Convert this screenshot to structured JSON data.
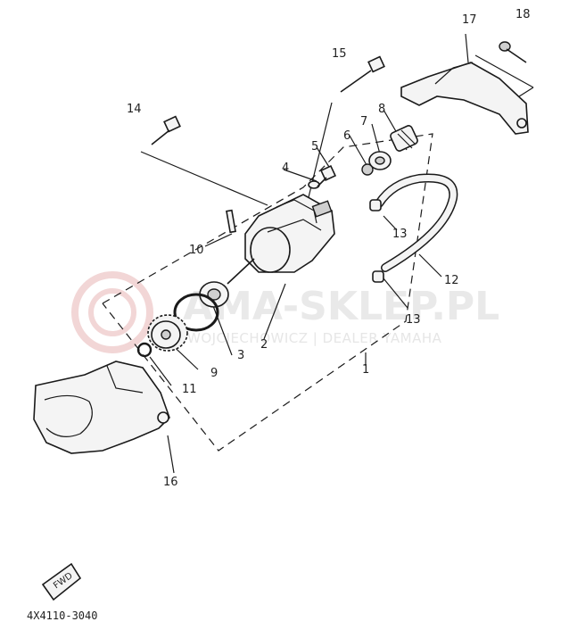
{
  "diagram": {
    "part_code": "4X4110-3040",
    "fwd_label": "FWD",
    "watermark": {
      "text": "AMA-SKLEP.PL",
      "subtext": "WOJCIECHOWICZ | DEALER YAMAHA"
    },
    "callouts": [
      {
        "id": "c1",
        "label": "1"
      },
      {
        "id": "c2",
        "label": "2"
      },
      {
        "id": "c3",
        "label": "3"
      },
      {
        "id": "c4",
        "label": "4"
      },
      {
        "id": "c5",
        "label": "5"
      },
      {
        "id": "c6",
        "label": "6"
      },
      {
        "id": "c7",
        "label": "7"
      },
      {
        "id": "c8",
        "label": "8"
      },
      {
        "id": "c9",
        "label": "9"
      },
      {
        "id": "c10",
        "label": "10"
      },
      {
        "id": "c11",
        "label": "11"
      },
      {
        "id": "c12",
        "label": "12"
      },
      {
        "id": "c13a",
        "label": "13"
      },
      {
        "id": "c13b",
        "label": "13"
      },
      {
        "id": "c14",
        "label": "14"
      },
      {
        "id": "c15",
        "label": "15"
      },
      {
        "id": "c16",
        "label": "16"
      },
      {
        "id": "c17",
        "label": "17"
      },
      {
        "id": "c18",
        "label": "18"
      }
    ]
  }
}
